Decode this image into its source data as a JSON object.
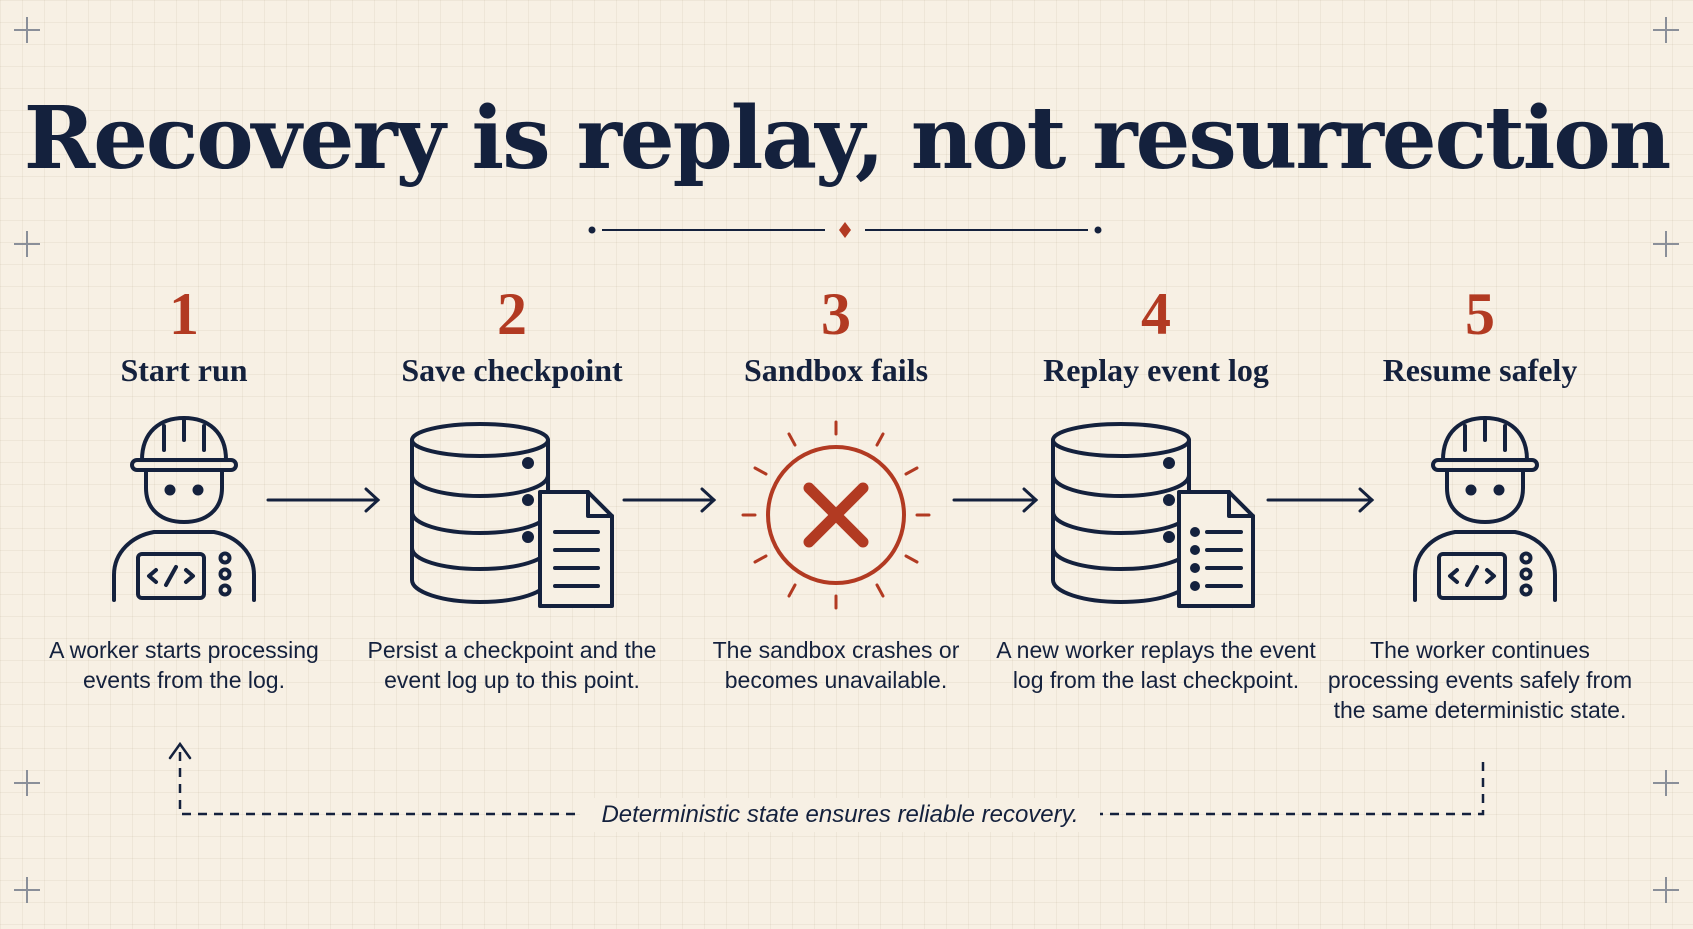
{
  "title": "Recovery is replay, not resurrection",
  "colors": {
    "navy": "#14213d",
    "accent": "#b23a22",
    "background": "#f7f0e4"
  },
  "steps": [
    {
      "number": "1",
      "label": "Start run",
      "icon": "worker-icon",
      "description": "A worker starts processing events from the log."
    },
    {
      "number": "2",
      "label": "Save checkpoint",
      "icon": "database-document-icon",
      "description": "Persist a checkpoint and the event log up to this point."
    },
    {
      "number": "3",
      "label": "Sandbox fails",
      "icon": "failure-x-icon",
      "description": "The sandbox crashes or becomes unavailable."
    },
    {
      "number": "4",
      "label": "Replay event log",
      "icon": "database-list-icon",
      "description": "A new worker replays the event log from the last checkpoint."
    },
    {
      "number": "5",
      "label": "Resume safely",
      "icon": "worker-icon",
      "description": "The worker continues processing events safely from the same deterministic state."
    }
  ],
  "loop_caption": "Deterministic state ensures reliable recovery."
}
